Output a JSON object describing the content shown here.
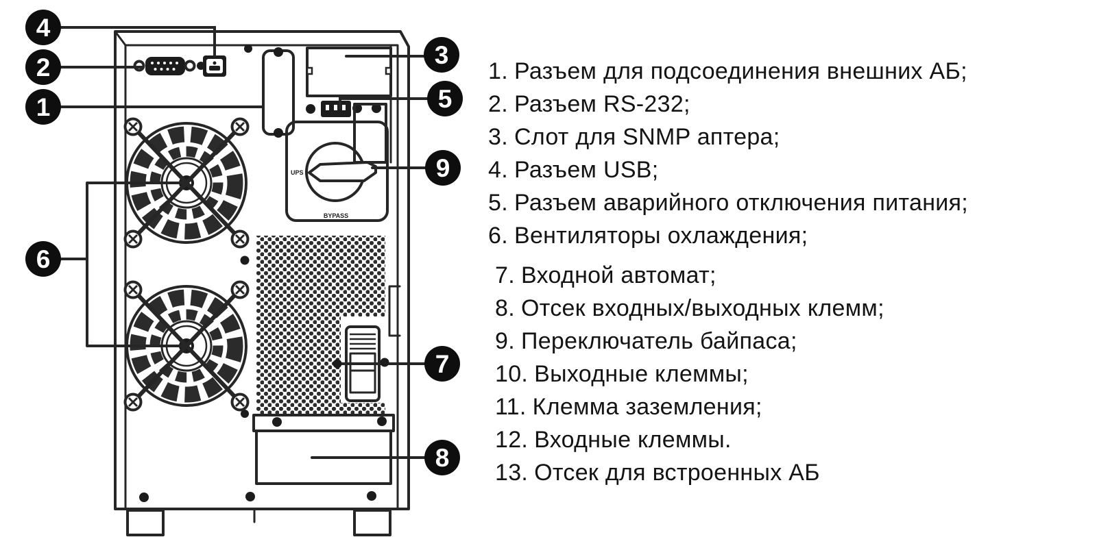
{
  "figure": {
    "type": "ups-rear-panel-diagram",
    "colors": {
      "background": "#ffffff",
      "line": "#262626",
      "bubble": "#0e0e0e",
      "bubble_text": "#ffffff",
      "legend_text": "#141414"
    },
    "callouts": {
      "c1": "1",
      "c2": "2",
      "c3": "3",
      "c4": "4",
      "c5": "5",
      "c6": "6",
      "c7": "7",
      "c8": "8",
      "c9": "9"
    },
    "panel_labels": {
      "switch_left": "UPS",
      "switch_bottom": "BYPASS"
    }
  },
  "legend": {
    "items": [
      {
        "num": "1.",
        "label": "Разъем для подсоединения внешних АБ;"
      },
      {
        "num": "2.",
        "label": "Разъем RS-232;"
      },
      {
        "num": "3.",
        "label": "Слот для SNMP аптера;"
      },
      {
        "num": "4.",
        "label": "Разъем USB;"
      },
      {
        "num": "5.",
        "label": "Разъем аварийного отключения питания;"
      },
      {
        "num": "6.",
        "label": "Вентиляторы охлаждения;"
      },
      {
        "num": "7.",
        "label": "Входной автомат;"
      },
      {
        "num": "8.",
        "label": "Отсек входных/выходных клемм;"
      },
      {
        "num": "9.",
        "label": "Переключатель байпаса;"
      },
      {
        "num": "10.",
        "label": "Выходные клеммы;"
      },
      {
        "num": "11.",
        "label": "Клемма заземления;"
      },
      {
        "num": "12.",
        "label": "Входные клеммы."
      },
      {
        "num": "13.",
        "label": "Отсек для встроенных АБ"
      }
    ]
  }
}
